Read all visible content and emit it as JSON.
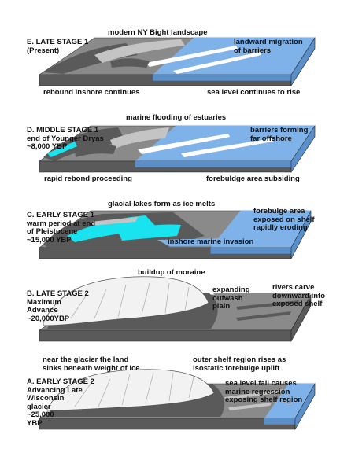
{
  "colors": {
    "sea": "#7fb2e8",
    "sea_dark": "#5a8fca",
    "lake": "#19e3ef",
    "land_dark": "#5a5a5a",
    "land_mid": "#8a8a8a",
    "land_light": "#c4c4c4",
    "ice": "#f2f2f2",
    "ink": "#111111"
  },
  "panels": [
    {
      "id": "e",
      "title_lines": [
        "E. LATE STAGE 1",
        "(Present)"
      ],
      "labels": {
        "top_center": "modern NY Bight landscape",
        "top_right_lines": [
          "landward migration",
          "of barriers"
        ],
        "bottom_left": "rebound inshore continues",
        "bottom_right": "sea level continues to rise"
      }
    },
    {
      "id": "d",
      "title_lines": [
        "D. MIDDLE STAGE 1",
        "end of Younger Dryas",
        "~8,000 YBP"
      ],
      "labels": {
        "top_center": "marine flooding of estuaries",
        "top_right_lines": [
          "barriers forming",
          "far offshore"
        ],
        "bottom_left": "rapid rebond proceeding",
        "bottom_right": "forebuldge area subsiding"
      }
    },
    {
      "id": "c",
      "title_lines": [
        "C. EARLY STAGE 1",
        "warm period at end",
        "of Pleistocene",
        "~15,000 YBP"
      ],
      "labels": {
        "top_center": "glacial lakes form as ice melts",
        "top_right_lines": [
          "forebulge area",
          "exposed on shelf",
          "rapidly eroding"
        ],
        "inner": "inshore marine invasion"
      }
    },
    {
      "id": "b",
      "title_lines": [
        "B. LATE STAGE 2",
        "Maximum",
        "Advance",
        "~20,000YBP"
      ],
      "labels": {
        "top_center": "buildup of moraine",
        "top_mid_lines": [
          "expanding",
          "outwash",
          "plain"
        ],
        "top_right_lines": [
          "rivers carve",
          "downward into",
          "exposed shelf"
        ],
        "bottom_left_lines": [
          "near the glacier the land",
          "sinks beneath weight of ice"
        ],
        "bottom_right_lines": [
          "outer shelf region rises as",
          "isostatic forebulge uplift"
        ]
      }
    },
    {
      "id": "a",
      "title_lines": [
        "A. EARLY STAGE 2",
        "Advancing Late",
        "Wisconsin",
        "glacier",
        "~25,000",
        "YBP"
      ],
      "labels": {
        "top_right_lines": [
          "sea level fall causes",
          "marine regression",
          "exposing shelf region"
        ]
      }
    }
  ]
}
